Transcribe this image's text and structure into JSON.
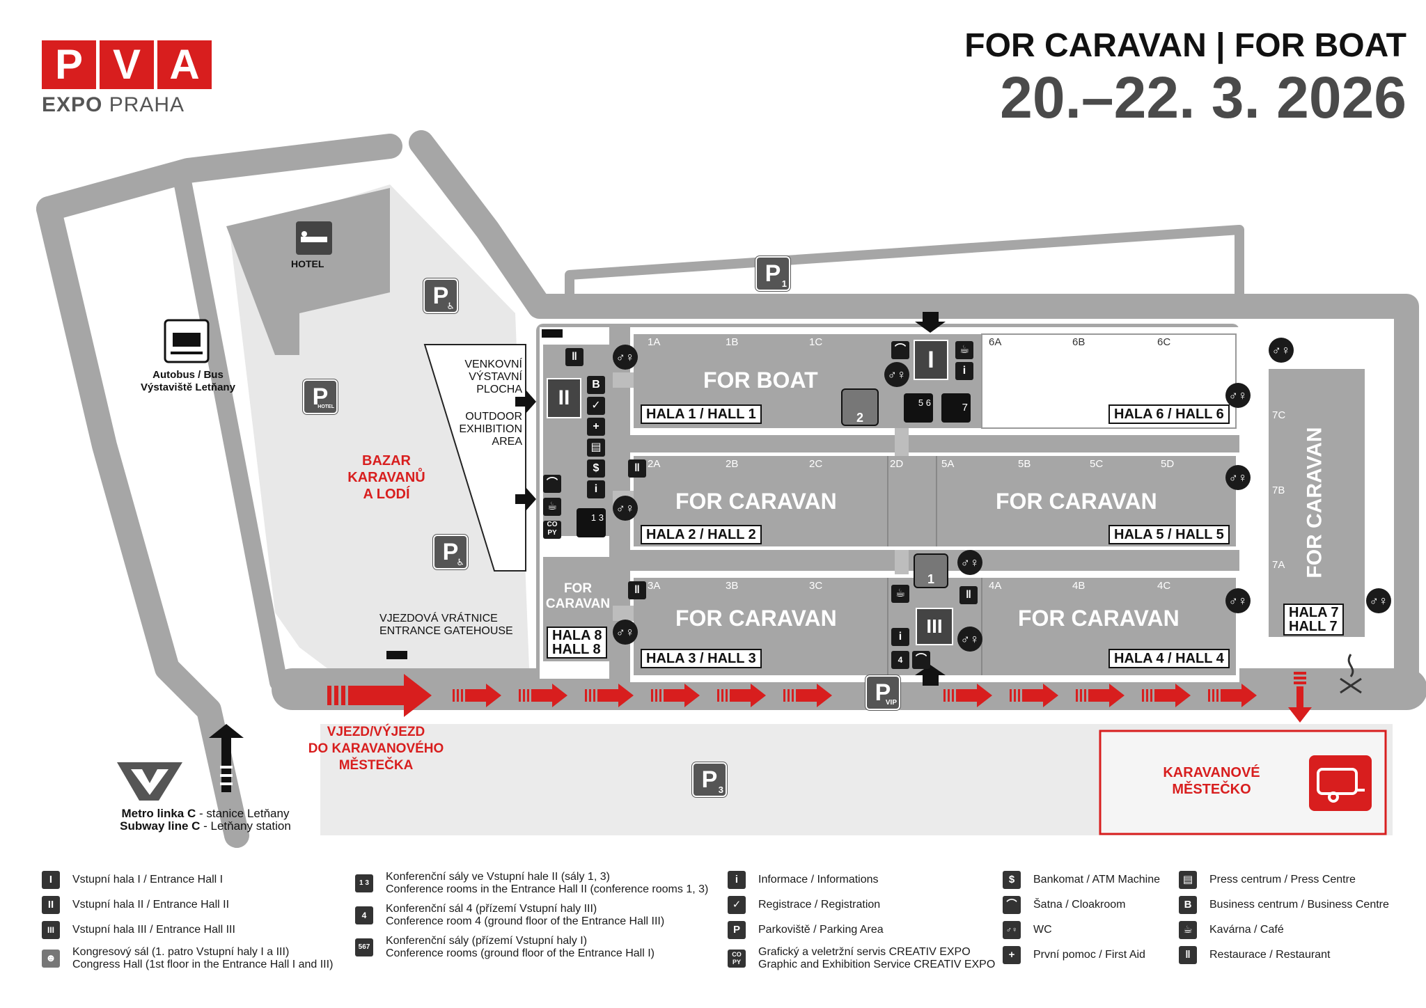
{
  "header": {
    "logo_letters": [
      "P",
      "V",
      "A"
    ],
    "logo_sub_1": "EXPO",
    "logo_sub_2": " PRAHA",
    "event_title": "FOR CARAVAN | FOR BOAT",
    "event_dates": "20.–22. 3. 2026"
  },
  "colors": {
    "brand_red": "#d81e1e",
    "road_gray": "#a6a6a6",
    "hall_gray": "#a6a6a6",
    "dark_gray": "#555555"
  },
  "halls": {
    "h1": {
      "title": "FOR BOAT",
      "label": "HALA 1 / HALL 1",
      "sections": [
        "1A",
        "1B",
        "1C"
      ]
    },
    "h6": {
      "label": "HALA 6 / HALL 6",
      "sections": [
        "6A",
        "6B",
        "6C"
      ]
    },
    "h2": {
      "title": "FOR CARAVAN",
      "label": "HALA 2 / HALL 2",
      "sections": [
        "2A",
        "2B",
        "2C"
      ]
    },
    "h2d": {
      "section": "2D"
    },
    "h5": {
      "title": "FOR CARAVAN",
      "label": "HALA 5 / HALL 5",
      "sections": [
        "5A",
        "5B",
        "5C",
        "5D"
      ]
    },
    "h3": {
      "title": "FOR CARAVAN",
      "label": "HALA 3 / HALL 3",
      "sections": [
        "3A",
        "3B",
        "3C"
      ]
    },
    "h4": {
      "title": "FOR CARAVAN",
      "label": "HALA 4 / HALL 4",
      "sections": [
        "4A",
        "4B",
        "4C"
      ]
    },
    "h7": {
      "title": "FOR CARAVAN",
      "label_1": "HALA 7",
      "label_2": "HALL 7",
      "sections": [
        "7C",
        "7B",
        "7A"
      ]
    },
    "h8": {
      "title_1": "FOR",
      "title_2": "CARAVAN",
      "label_1": "HALA 8",
      "label_2": "HALL 8"
    }
  },
  "places": {
    "hotel": "HOTEL",
    "bus_1": "Autobus / Bus",
    "bus_2": "Výstaviště Letňany",
    "outdoor_cz_1": "VENKOVNÍ",
    "outdoor_cz_2": "VÝSTAVNÍ",
    "outdoor_cz_3": "PLOCHA",
    "outdoor_en_1": "OUTDOOR",
    "outdoor_en_2": "EXHIBITION",
    "outdoor_en_3": "AREA",
    "bazar_1": "BAZAR",
    "bazar_2": "KARAVANŮ",
    "bazar_3": "A LODÍ",
    "gate_1": "VJEZDOVÁ VRÁTNICE",
    "gate_2": "ENTRANCE GATEHOUSE",
    "entry_1": "VJEZD/VÝJEZD",
    "entry_2": "DO KARAVANOVÉHO",
    "entry_3": "MĚSTEČKA",
    "town_1": "KARAVANOVÉ",
    "town_2": "MĚSTEČKO",
    "metro_1a": "Metro linka C",
    "metro_1b": " - stanice Letňany",
    "metro_2a": "Subway line C",
    "metro_2b": " - Letňany station"
  },
  "parking": {
    "p1": "1",
    "p3": "3",
    "vip": "VIP",
    "hotel": "HOTEL",
    "letter": "P"
  },
  "entrance_icons": {
    "hall_i": "I",
    "hall_ii": "II",
    "hall_iii": "III",
    "conf_13": "1 3",
    "conf_56": "5 6",
    "conf_7": "7",
    "congress_1": "1",
    "congress_2": "2"
  },
  "legend": {
    "col1": [
      {
        "icon": "I",
        "text": "Vstupní hala I / Entrance Hall I"
      },
      {
        "icon": "II",
        "text": "Vstupní hala II / Entrance Hall II"
      },
      {
        "icon": "III",
        "text": "Vstupní hala III / Entrance Hall III"
      },
      {
        "icon": "congress-icon",
        "text1": "Kongresový sál (1. patro Vstupní haly I a III)",
        "text2": "Congress Hall (1st floor in the Entrance Hall I and III)"
      }
    ],
    "col2": [
      {
        "icon": "conference-13-icon",
        "text1": "Konferenční sály ve Vstupní hale II (sály 1, 3)",
        "text2": "Conference rooms in the Entrance Hall II (conference rooms 1, 3)"
      },
      {
        "icon": "conference-4-icon",
        "text1": "Konferenční sál 4 (přízemí Vstupní haly III)",
        "text2": "Conference room 4 (ground floor of the Entrance Hall III)"
      },
      {
        "icon": "conference-567-icon",
        "text1": "Konferenční sály (přízemí Vstupní haly I)",
        "text2": "Conference rooms (ground floor of the Entrance Hall I)"
      }
    ],
    "col3": [
      {
        "icon": "i",
        "text": "Informace / Informations"
      },
      {
        "icon": "registration-icon",
        "text": "Registrace / Registration"
      },
      {
        "icon": "P",
        "text": "Parkoviště / Parking Area"
      },
      {
        "icon": "copy-icon",
        "text1": "Grafický a veletržní servis CREATIV EXPO",
        "text2": "Graphic and Exhibition Service CREATIV EXPO"
      }
    ],
    "col4": [
      {
        "icon": "atm-icon",
        "text": "Bankomat / ATM Machine"
      },
      {
        "icon": "cloakroom-icon",
        "text": "Šatna / Cloakroom"
      },
      {
        "icon": "wc-icon",
        "text": "WC"
      },
      {
        "icon": "+",
        "text": "První pomoc / First Aid"
      }
    ],
    "col5": [
      {
        "icon": "press-icon",
        "text": "Press centrum / Press Centre"
      },
      {
        "icon": "B",
        "text": "Business centrum / Business Centre"
      },
      {
        "icon": "cafe-icon",
        "text": "Kavárna / Café"
      },
      {
        "icon": "restaurant-icon",
        "text": "Restaurace / Restaurant"
      }
    ]
  }
}
